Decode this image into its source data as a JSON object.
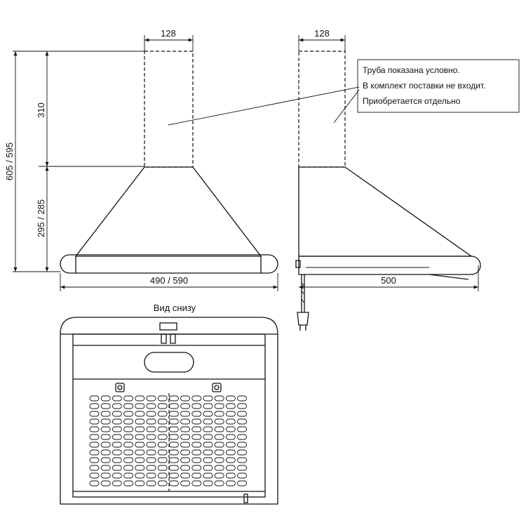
{
  "dimensions": {
    "pipe_width_front": "128",
    "pipe_width_side": "128",
    "pipe_height": "310",
    "total_height": "605 / 595",
    "hood_height": "295 / 285",
    "hood_width": "490 / 590",
    "hood_depth": "500"
  },
  "note": {
    "line1": "Труба показана условно.",
    "line2": "В комплект поставки не входит.",
    "line3": "Приобретается отдельно"
  },
  "bottom_view": {
    "title": "Вид снизу"
  }
}
